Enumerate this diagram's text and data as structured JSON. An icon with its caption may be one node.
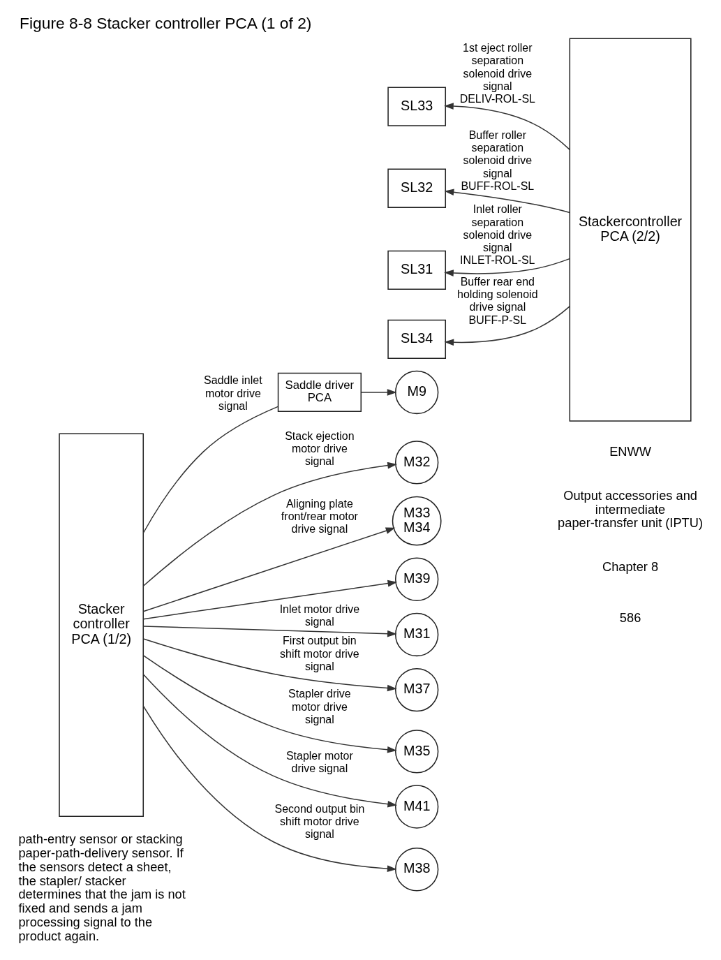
{
  "diagram": {
    "title": "Figure 8-8 Stacker controller PCA (1 of 2)",
    "nodes": [
      {
        "text": [
          "Stacker controller PCA (1/2)"
        ]
      },
      {
        "text": [
          "Saddle driver PCA"
        ]
      },
      {
        "text": [
          "M32"
        ]
      },
      {
        "text": [
          "M33",
          "M34"
        ]
      },
      {
        "text": [
          "M39"
        ]
      },
      {
        "text": [
          "M31"
        ]
      },
      {
        "text": [
          "M9"
        ]
      },
      {
        "text": [
          "M37"
        ]
      },
      {
        "text": [
          "M35"
        ]
      },
      {
        "text": [
          "M41"
        ]
      },
      {
        "text": [
          "SL33"
        ]
      },
      {
        "text": [
          "SL32"
        ]
      },
      {
        "text": [
          "SL31"
        ]
      },
      {
        "text": [
          "SL34"
        ]
      },
      {
        "text": [
          "M38"
        ]
      },
      {
        "text": [
          "Stackercontroller PCA (2/2)"
        ]
      }
    ],
    "edges": [
      {
        "from": 0,
        "to": 14,
        "arrow": "to",
        "label": "Second output bin shift motor drive signal"
      },
      {
        "from": 0,
        "to": 7,
        "arrow": "to",
        "label": "First output bin shift motor drive signal"
      },
      {
        "from": 0,
        "to": 2,
        "arrow": "to",
        "label": "Stack ejection motor drive signal"
      },
      {
        "from": 0,
        "to": 3,
        "arrow": "to",
        "label": "Aligning plate front/rear motor drive signal"
      },
      {
        "from": 0,
        "to": 4,
        "arrow": "to"
      },
      {
        "from": 0,
        "to": 5,
        "arrow": "to",
        "label": "Inlet motor drive signal"
      },
      {
        "from": 0,
        "to": 1,
        "arrow": "none",
        "label": "Saddle inlet motor drive signal"
      },
      {
        "from": 1,
        "to": 6,
        "arrow": "to"
      },
      {
        "from": 0,
        "to": 8,
        "arrow": "to",
        "label": "Stapler drive motor drive signal"
      },
      {
        "from": 0,
        "to": 9,
        "arrow": "to",
        "label": "Stapler motor drive signal"
      },
      {
        "from": 15,
        "to": 10,
        "arrow": "to",
        "label": "1st eject roller separation solenoid drive signal DELIV-ROL-SL"
      },
      {
        "from": 15,
        "to": 11,
        "arrow": "to",
        "label": "Buffer roller separation solenoid drive signal BUFF-ROL-SL"
      },
      {
        "from": 15,
        "to": 12,
        "arrow": "to",
        "label": "Inlet roller separation solenoid drive signal INLET-ROL-SL"
      },
      {
        "from": 15,
        "to": 13,
        "arrow": "to",
        "label": "Buffer rear end holding solenoid drive signal BUFF-P-SL"
      }
    ],
    "labels": [
      "path-entry sensor or stacking paper-path-delivery sensor. If the sensors detect a sheet, the stapler/ stacker determines that the jam is not fixed and sends a jam processing signal to the product again.",
      "586",
      "Chapter 8",
      "Output accessories and intermediate paper-transfer unit (IPTU)",
      "ENWW"
    ]
  }
}
